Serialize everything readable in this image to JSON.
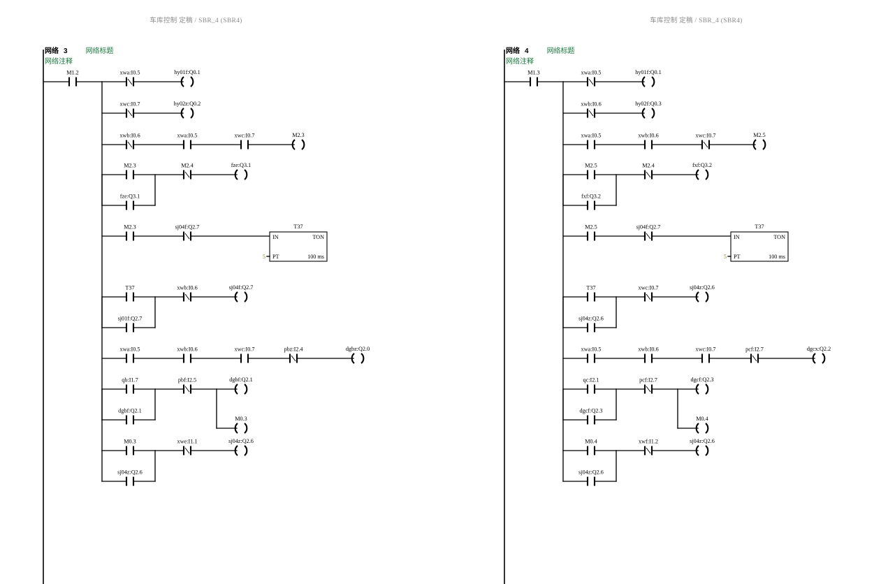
{
  "document": {
    "header_text": "车库控制 定稿  /  SBR_4 (SBR4)",
    "project": "车库控制 定稿",
    "routine": "SBR_4 (SBR4)",
    "separator": "/"
  },
  "labels": {
    "network_word": "网络",
    "network_title": "网络标题",
    "network_comment": "网络注释",
    "timer_in": "IN",
    "timer_type": "TON",
    "timer_pt": "PT",
    "timer_timebase": "100 ms"
  },
  "colors": {
    "header_gray": "#8b8b8b",
    "green_label": "#1a7a3c",
    "pt_value": "#8a7a20",
    "wire_black": "#000000",
    "background": "#ffffff"
  },
  "networks": [
    {
      "id": "network-3",
      "number": "3",
      "title": "网络标题",
      "comment": "网络注释",
      "enable_contact": {
        "label": "M1.2",
        "type": "NO"
      },
      "rungs": [
        {
          "id": "rung-3-1",
          "contacts": [
            {
              "label": "xwa:I0.5",
              "type": "NC"
            }
          ],
          "coils": [
            {
              "label": "hy01f:Q0.1"
            }
          ]
        },
        {
          "id": "rung-3-2",
          "contacts": [
            {
              "label": "xwc:I0.7",
              "type": "NC"
            }
          ],
          "coils": [
            {
              "label": "hy02z:Q0.2"
            }
          ]
        },
        {
          "id": "rung-3-3",
          "contacts": [
            {
              "label": "xwb:I0.6",
              "type": "NC"
            },
            {
              "label": "xwa:I0.5",
              "type": "NO"
            },
            {
              "label": "xwc:I0.7",
              "type": "NO"
            }
          ],
          "coils": [
            {
              "label": "M2.3"
            }
          ]
        },
        {
          "id": "rung-3-4",
          "branch": [
            {
              "label": "M2.3",
              "type": "NO"
            },
            {
              "label": "fze:Q3.1",
              "type": "NO"
            }
          ],
          "contacts": [
            {
              "label": "M2.4",
              "type": "NC"
            }
          ],
          "coils": [
            {
              "label": "fze:Q3.1"
            }
          ]
        },
        {
          "id": "rung-3-5",
          "contacts": [
            {
              "label": "M2.3",
              "type": "NO"
            },
            {
              "label": "sj04f:Q2.7",
              "type": "NC"
            }
          ],
          "timer": {
            "name": "T37",
            "in": "IN",
            "type": "TON",
            "pt_label": "PT",
            "pt_value": "5",
            "timebase": "100 ms"
          }
        },
        {
          "id": "rung-3-6",
          "branch": [
            {
              "label": "T37",
              "type": "NO"
            },
            {
              "label": "sj01f:Q2.7",
              "type": "NO"
            }
          ],
          "contacts": [
            {
              "label": "xwb:I0.6",
              "type": "NC"
            }
          ],
          "coils": [
            {
              "label": "sj04f:Q2.7"
            }
          ]
        },
        {
          "id": "rung-3-7",
          "contacts": [
            {
              "label": "xwa:I0.5",
              "type": "NO"
            },
            {
              "label": "xwb:I0.6",
              "type": "NO"
            },
            {
              "label": "xwc:I0.7",
              "type": "NO"
            },
            {
              "label": "pbz:I2.4",
              "type": "NC"
            }
          ],
          "coils": [
            {
              "label": "dgbz:Q2.0"
            }
          ]
        },
        {
          "id": "rung-3-8",
          "branch": [
            {
              "label": "qb:I1.7",
              "type": "NO"
            },
            {
              "label": "dgbf:Q2.1",
              "type": "NO"
            }
          ],
          "contacts": [
            {
              "label": "pbf:I2.5",
              "type": "NC"
            }
          ],
          "coils": [
            {
              "label": "dgbf:Q2.1"
            },
            {
              "label": "M0.3"
            }
          ]
        },
        {
          "id": "rung-3-9",
          "branch": [
            {
              "label": "M0.3",
              "type": "NO"
            },
            {
              "label": "sj04z:Q2.6",
              "type": "NO"
            }
          ],
          "contacts": [
            {
              "label": "xwe:I1.1",
              "type": "NC"
            }
          ],
          "coils": [
            {
              "label": "sj04z:Q2.6"
            }
          ]
        }
      ]
    },
    {
      "id": "network-4",
      "number": "4",
      "title": "网络标题",
      "comment": "网络注释",
      "enable_contact": {
        "label": "M1.3",
        "type": "NO"
      },
      "rungs": [
        {
          "id": "rung-4-1",
          "contacts": [
            {
              "label": "xwa:I0.5",
              "type": "NC"
            }
          ],
          "coils": [
            {
              "label": "hy01f:Q0.1"
            }
          ]
        },
        {
          "id": "rung-4-2",
          "contacts": [
            {
              "label": "xwb:I0.6",
              "type": "NC"
            }
          ],
          "coils": [
            {
              "label": "hy02f:Q0.3"
            }
          ]
        },
        {
          "id": "rung-4-3",
          "contacts": [
            {
              "label": "xwa:I0.5",
              "type": "NO"
            },
            {
              "label": "xwb:I0.6",
              "type": "NO"
            },
            {
              "label": "xwc:I0.7",
              "type": "NC"
            }
          ],
          "coils": [
            {
              "label": "M2.5"
            }
          ]
        },
        {
          "id": "rung-4-4",
          "branch": [
            {
              "label": "M2.5",
              "type": "NO"
            },
            {
              "label": "fxf:Q3.2",
              "type": "NO"
            }
          ],
          "contacts": [
            {
              "label": "M2.4",
              "type": "NC"
            }
          ],
          "coils": [
            {
              "label": "fxf:Q3.2"
            }
          ]
        },
        {
          "id": "rung-4-5",
          "contacts": [
            {
              "label": "M2.5",
              "type": "NO"
            },
            {
              "label": "sj04f:Q2.7",
              "type": "NC"
            }
          ],
          "timer": {
            "name": "T37",
            "in": "IN",
            "type": "TON",
            "pt_label": "PT",
            "pt_value": "5",
            "timebase": "100 ms"
          }
        },
        {
          "id": "rung-4-6",
          "branch": [
            {
              "label": "T37",
              "type": "NO"
            },
            {
              "label": "sj04z:Q2.6",
              "type": "NO"
            }
          ],
          "contacts": [
            {
              "label": "xwc:I0.7",
              "type": "NC"
            }
          ],
          "coils": [
            {
              "label": "sj04z:Q2.6"
            }
          ]
        },
        {
          "id": "rung-4-7",
          "contacts": [
            {
              "label": "xwa:I0.5",
              "type": "NO"
            },
            {
              "label": "xwb:I0.6",
              "type": "NO"
            },
            {
              "label": "xwc:I0.7",
              "type": "NO"
            },
            {
              "label": "pcf:I2.7",
              "type": "NC"
            }
          ],
          "coils": [
            {
              "label": "dgcx:Q2.2"
            }
          ]
        },
        {
          "id": "rung-4-8",
          "branch": [
            {
              "label": "qc:I2.1",
              "type": "NO"
            },
            {
              "label": "dgcf:Q2.3",
              "type": "NO"
            }
          ],
          "contacts": [
            {
              "label": "pcf:I2.7",
              "type": "NC"
            }
          ],
          "coils": [
            {
              "label": "dgcf:Q2.3"
            },
            {
              "label": "M0.4"
            }
          ]
        },
        {
          "id": "rung-4-9",
          "branch": [
            {
              "label": "M0.4",
              "type": "NO"
            },
            {
              "label": "sj04z:Q2.6",
              "type": "NO"
            }
          ],
          "contacts": [
            {
              "label": "xwf:I1.2",
              "type": "NC"
            }
          ],
          "coils": [
            {
              "label": "sj04z:Q2.6"
            }
          ]
        }
      ]
    }
  ]
}
